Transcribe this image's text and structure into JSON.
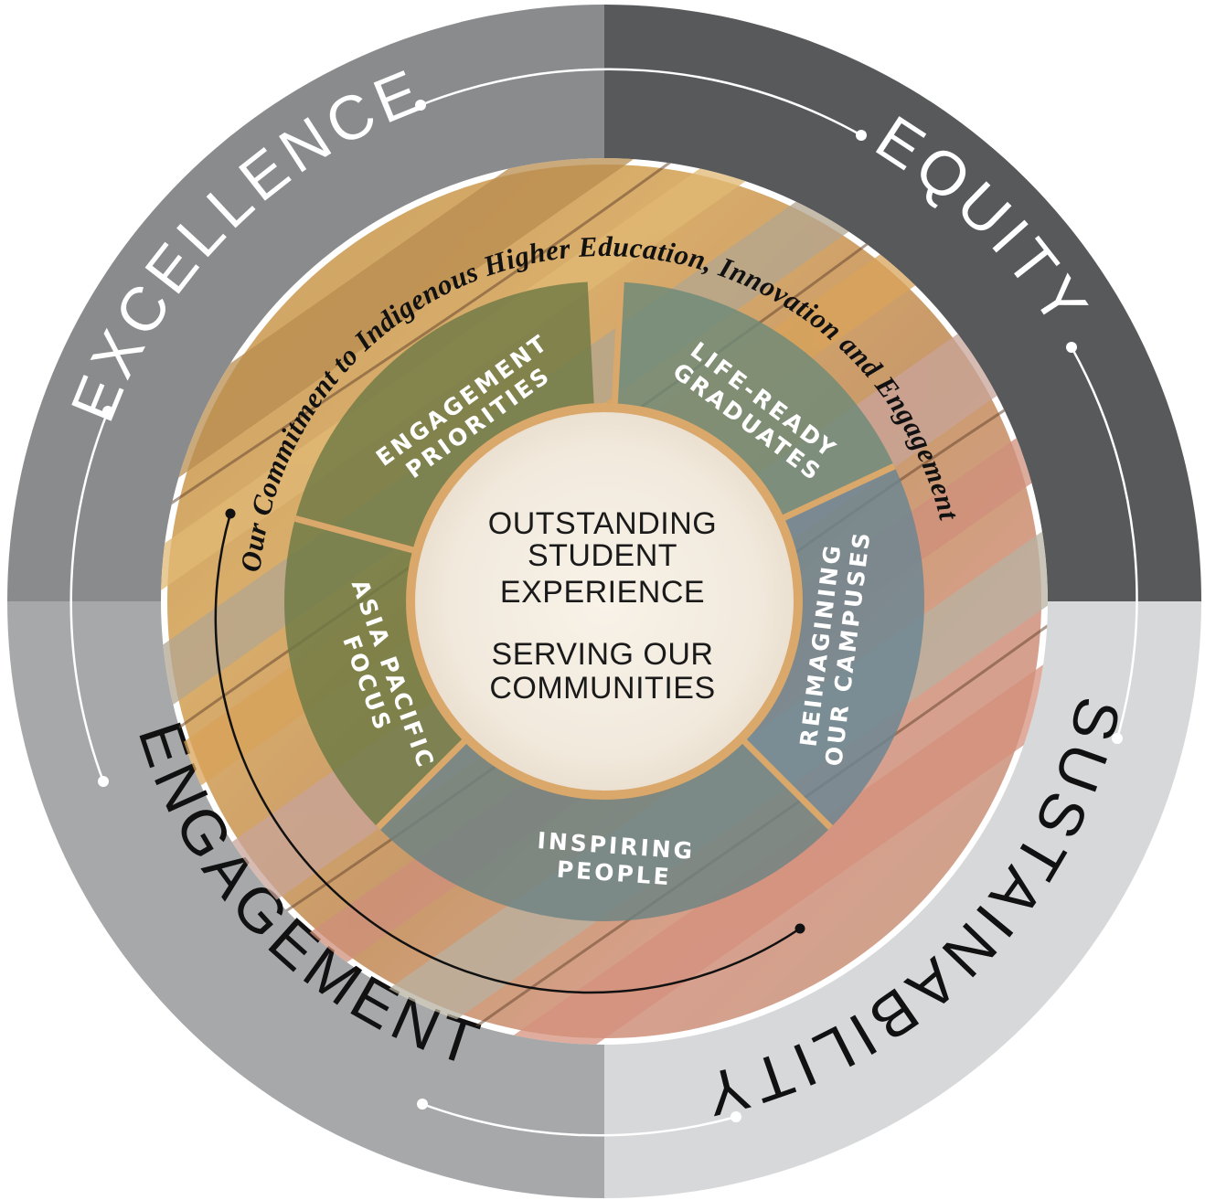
{
  "values": [
    {
      "id": "excellence",
      "label": "EXCELLENCE",
      "color": "#8a8b8d",
      "text_color": "#ffffff"
    },
    {
      "id": "equity",
      "label": "EQUITY",
      "color": "#58595b",
      "text_color": "#ffffff"
    },
    {
      "id": "sustainability",
      "label": "SUSTAINABILITY",
      "color": "#d7d8da",
      "text_color": "#111111"
    },
    {
      "id": "engagement",
      "label": "ENGAGEMENT",
      "color": "#a7a8aa",
      "text_color": "#111111"
    }
  ],
  "commitment": {
    "text": "Our Commitment to Indigenous Higher Education, Innovation and Engagement"
  },
  "pillars": [
    {
      "id": "engagement-priorities",
      "lines": [
        "ENGAGEMENT",
        "PRIORITIES"
      ],
      "color": "#6f7a45"
    },
    {
      "id": "life-ready-graduates",
      "lines": [
        "LIFE-READY",
        "GRADUATES"
      ],
      "color": "#6e8a78"
    },
    {
      "id": "reimagining-our-campuses",
      "lines": [
        "REIMAGINING",
        "OUR CAMPUSES"
      ],
      "color": "#6a8592"
    },
    {
      "id": "inspiring-people",
      "lines": [
        "INSPIRING",
        "PEOPLE"
      ],
      "color": "#6d8283"
    },
    {
      "id": "asia-pacific-focus",
      "lines": [
        "ASIA PACIFIC",
        "FOCUS"
      ],
      "color": "#6d7a44"
    }
  ],
  "centre": {
    "line1": "OUTSTANDING",
    "line2": "STUDENT",
    "line3": "EXPERIENCE",
    "line4": "SERVING OUR",
    "line5": "COMMUNITIES"
  }
}
